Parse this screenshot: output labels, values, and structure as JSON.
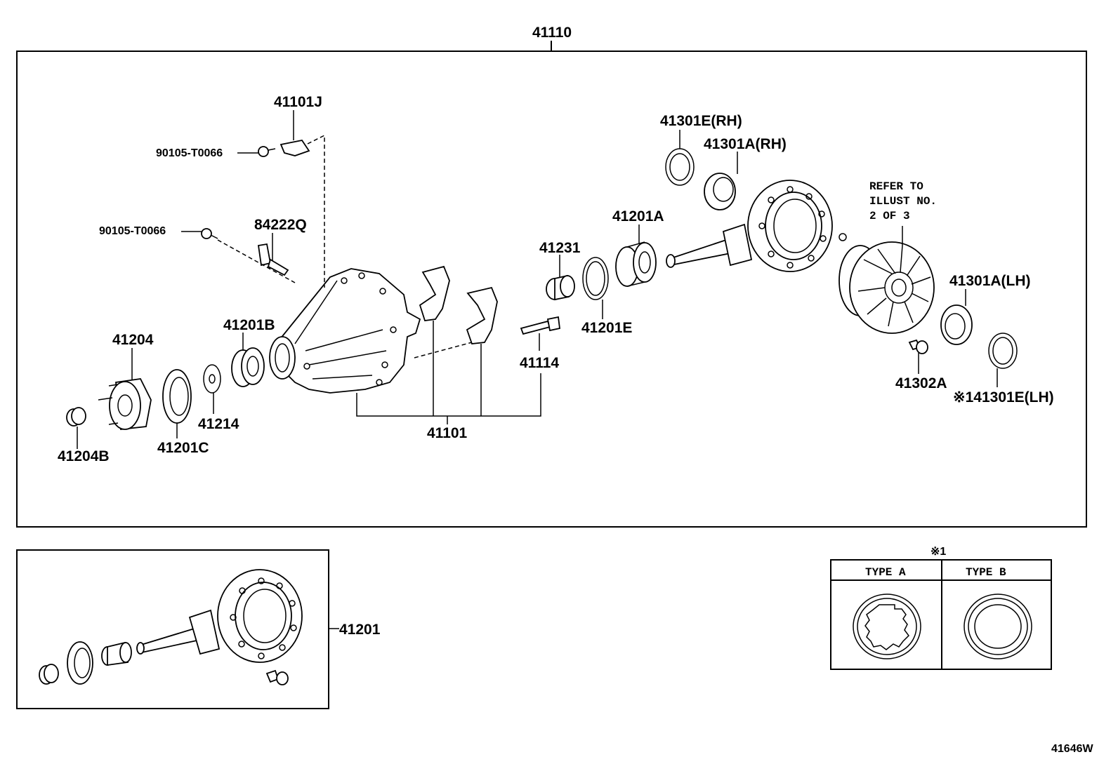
{
  "diagram": {
    "assembly_label": "41110",
    "labels": {
      "p41101J": "41101J",
      "bolt_top": "90105-T0066",
      "bolt_mid": "90105-T0066",
      "p84222Q": "84222Q",
      "p41204": "41204",
      "p41204B": "41204B",
      "p41201C": "41201C",
      "p41214": "41214",
      "p41201B": "41201B",
      "p41101": "41101",
      "p41114": "41114",
      "p41231": "41231",
      "p41201E": "41201E",
      "p41201A": "41201A",
      "p41301E_RH": "41301E(RH)",
      "p41301A_RH": "41301A(RH)",
      "p41301A_LH": "41301A(LH)",
      "p41302A": "41302A",
      "p41301E_LH": "※141301E(LH)",
      "p41201": "41201"
    },
    "note_lines": [
      "REFER TO",
      "ILLUST NO.",
      "2 OF 3"
    ],
    "type_table": {
      "marker": "※1",
      "type_a": "TYPE  A",
      "type_b": "TYPE  B"
    },
    "code": "41646W"
  }
}
